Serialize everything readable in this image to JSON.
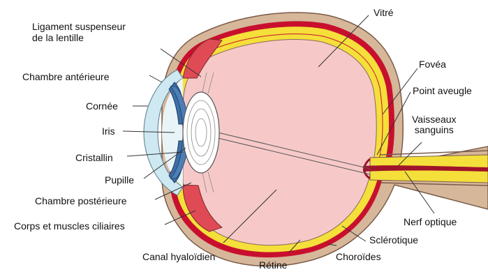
{
  "colors": {
    "sclera": "#d6b79a",
    "sclera_stroke": "#7a5a48",
    "choroid": "#c8102e",
    "retina": "#f5df3a",
    "vitreous": "#f6c9c8",
    "ciliary": "#e04a55",
    "iris": "#3e6ea6",
    "cornea": "#cfe9f2",
    "lens": "#ffffff",
    "line": "#333333"
  },
  "labels": {
    "ligament": "Ligament suspenseur\nde la lentille",
    "chambre_anterieure": "Chambre antérieure",
    "cornee": "Cornée",
    "iris": "Iris",
    "cristallin": "Cristallin",
    "pupille": "Pupille",
    "chambre_posterieure": "Chambre postérieure",
    "corps_ciliaires": "Corps et muscles ciliaires",
    "canal": "Canal hyaloïdien",
    "retine": "Rétine",
    "choroides": "Choroïdes",
    "sclerotique": "Sclérotique",
    "nerf": "Nerf optique",
    "vaisseaux": "Vaisseaux\nsanguins",
    "point_aveugle": "Point aveugle",
    "fovea": "Fovéa",
    "vitre": "Vitré"
  }
}
